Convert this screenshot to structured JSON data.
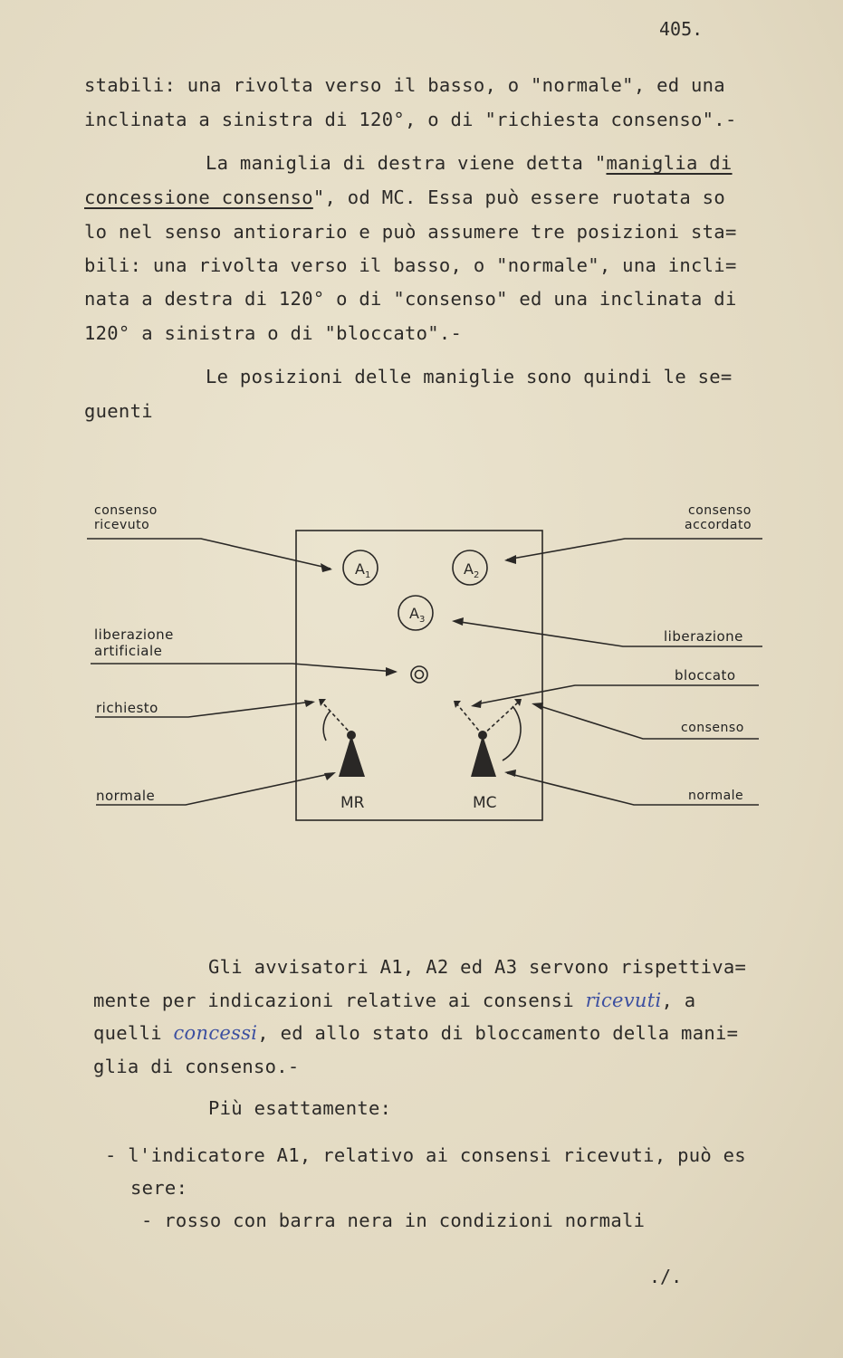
{
  "page_number": "405.",
  "paragraphs": [
    {
      "line1": "stabili: una rivolta verso il basso, o \"normale\", ed una",
      "line2": "inclinata a sinistra di 120°, o di \"richiesta consenso\".-"
    },
    {
      "line1_a": "La maniglia di destra viene detta \"",
      "line1_b": "maniglia di",
      "line2_a": "concessione consenso",
      "line2_b": "\", od MC. Essa può essere ruotata so",
      "line3": "lo nel senso antiorario e può assumere tre posizioni sta=",
      "line4": "bili: una rivolta verso il basso, o \"normale\", una incli=",
      "line5": "nata a destra di 120° o di \"consenso\" ed una inclinata di",
      "line6": "120° a sinistra o di \"bloccato\".-"
    },
    {
      "line1": "Le posizioni delle maniglie sono quindi le se=",
      "line2": "guenti"
    }
  ],
  "diagram": {
    "left_labels": {
      "consenso_ricevuto_1": "consenso",
      "consenso_ricevuto_2": "ricevuto",
      "liberazione_1": "liberazione",
      "liberazione_2": "artificiale",
      "richiesto": "richiesto",
      "normale": "normale"
    },
    "right_labels": {
      "consenso_accordato_1": "consenso",
      "consenso_accordato_2": "accordato",
      "liberazione": "liberazione",
      "bloccato": "bloccato",
      "consenso": "consenso",
      "normale": "normale"
    },
    "indicators": {
      "a1": "A",
      "a1_sub": "1",
      "a2": "A",
      "a2_sub": "2",
      "a3": "A",
      "a3_sub": "3"
    },
    "handles": {
      "mr": "MR",
      "mc": "MC"
    }
  },
  "after": {
    "p1_line1": "Gli avvisatori A1, A2 ed A3 servono rispettiva=",
    "p1_line2_a": "mente per indicazioni relative ai consensi ",
    "p1_line2_hand": "ricevuti",
    "p1_line2_b": ", a",
    "p1_line3_a": "quelli ",
    "p1_line3_hand": "concessi",
    "p1_line3_b": ", ed allo stato di bloccamento della mani=",
    "p1_line4": "glia di consenso.-",
    "p2": "Più esattamente:",
    "item1_line1": "- l'indicatore A1, relativo ai consensi ricevuti, può es",
    "item1_line2": "sere:",
    "item1_sub": "- rosso con barra nera in condizioni normali"
  },
  "footer_mark": "./."
}
